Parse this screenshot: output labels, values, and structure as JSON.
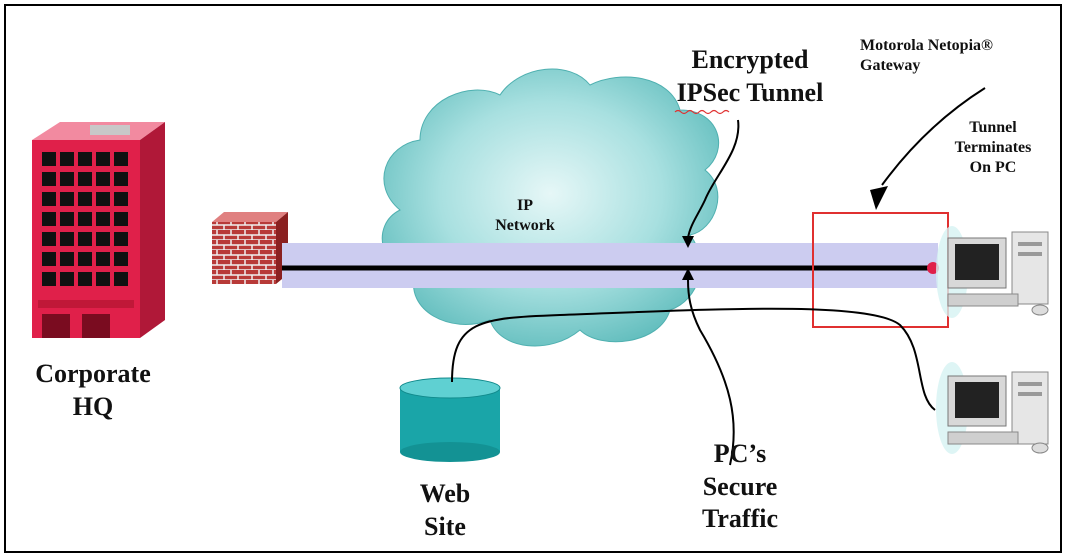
{
  "labels": {
    "corporate_hq": [
      "Corporate",
      "HQ"
    ],
    "ip_network": [
      "IP",
      "Network"
    ],
    "encrypted_tunnel": [
      "Encrypted",
      "IPSec Tunnel"
    ],
    "gateway": [
      "Motorola Netopia®",
      "Gateway"
    ],
    "tunnel_terminates": [
      "Tunnel",
      "Terminates",
      "On PC"
    ],
    "web_site": [
      "Web",
      "Site"
    ],
    "secure_traffic": [
      "PC’s",
      "Secure",
      "Traffic"
    ]
  },
  "colors": {
    "building": "#e0204a",
    "firewall": "#b83a38",
    "cloud": "#6fc9c9",
    "tunnel": "#ccccf0",
    "gateway_box": "#e03030",
    "web_site": "#1aa5a8"
  }
}
